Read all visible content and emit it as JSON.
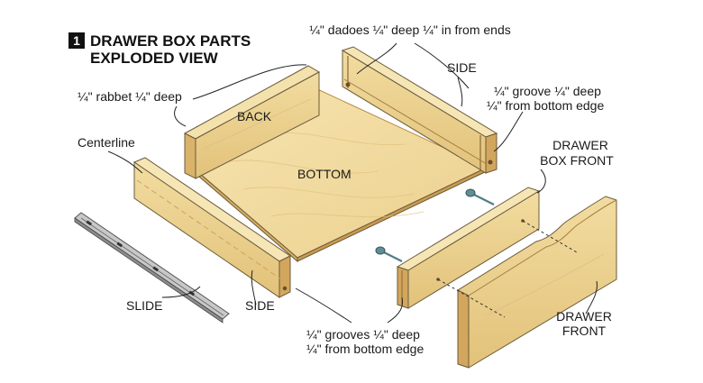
{
  "figure": {
    "number": "1",
    "title_line1": "DRAWER BOX PARTS",
    "title_line2": "EXPLODED VIEW"
  },
  "labels": {
    "dadoes": "¼\" dadoes ¼\" deep ¼\" in from ends",
    "side_right": "SIDE",
    "groove_line1": "¼\" groove ¼\" deep",
    "groove_line2": "¼\" from bottom edge",
    "rabbet": "¼\" rabbet ¼\" deep",
    "back": "BACK",
    "centerline": "Centerline",
    "bottom": "BOTTOM",
    "box_front_line1": "DRAWER",
    "box_front_line2": "BOX FRONT",
    "slide": "SLIDE",
    "side_left": "SIDE",
    "grooves_line1": "¼\" grooves ¼\" deep",
    "grooves_line2": "¼\" from bottom edge",
    "front_line1": "DRAWER",
    "front_line2": "FRONT"
  },
  "colors": {
    "wood_light": "#f3dfa6",
    "wood_mid": "#e6c67d",
    "wood_dark": "#cfa55c",
    "wood_edge": "#b88a45",
    "screw": "#4f7f86",
    "slide_metal": "#9a9a9a"
  },
  "icons": [
    "screw-icon",
    "screw-icon"
  ]
}
